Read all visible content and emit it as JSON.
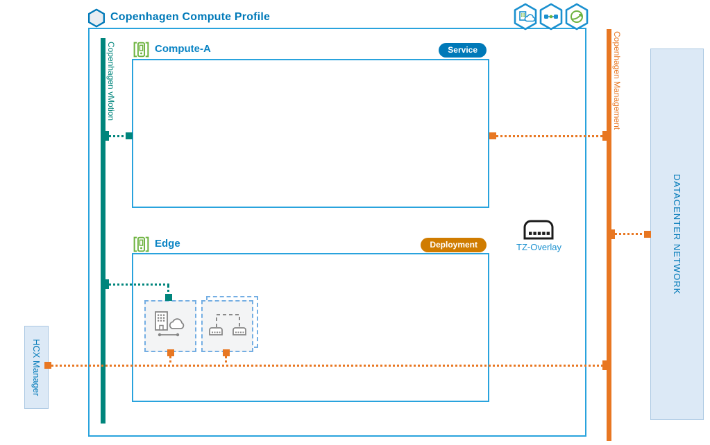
{
  "title": "Copenhagen Compute Profile",
  "networks": {
    "vmotion_label": "Copenhagen vMotion",
    "management_label": "Copenhagen Management"
  },
  "external": {
    "datacenter_label": "DATACENTER NETWORK",
    "hcx_manager_label": "HCX Manager"
  },
  "clusters": [
    {
      "name": "Compute-A",
      "badge": "Service"
    },
    {
      "name": "Edge",
      "badge": "Deployment"
    }
  ],
  "transport_zone": {
    "label": "TZ-Overlay"
  },
  "service_icons": [
    {
      "name": "hybrid-interconnect-icon"
    },
    {
      "name": "network-extension-icon"
    },
    {
      "name": "wan-optimization-icon"
    }
  ],
  "appliances": [
    {
      "name": "interconnect-appliance"
    },
    {
      "name": "network-extension-appliance"
    }
  ],
  "colors": {
    "blue_text": "#0079b8",
    "blue_border": "#29a3dd",
    "teal": "#00857c",
    "orange": "#e87722",
    "service_badge": "#0079b8",
    "deployment_badge": "#d07c00",
    "green_icon": "#6db33f",
    "light_blue_fill": "#dce9f6",
    "gray_icon": "#808080"
  }
}
